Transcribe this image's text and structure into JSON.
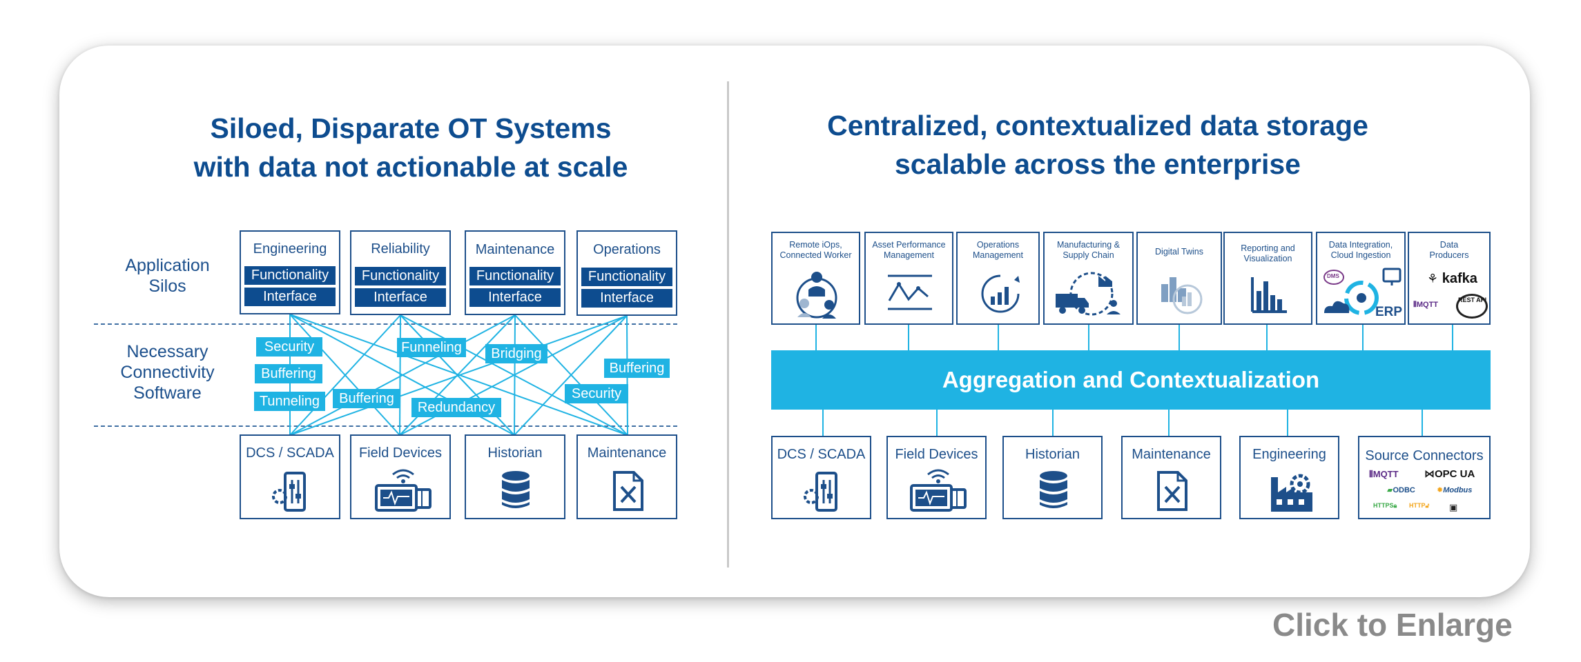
{
  "left": {
    "title_line1": "Siloed, Disparate OT Systems",
    "title_line2": "with data not actionable at scale",
    "label_app_line1": "Application",
    "label_app_line2": "Silos",
    "label_conn_line1": "Necessary",
    "label_conn_line2": "Connectivity",
    "label_conn_line3": "Software",
    "silos": [
      {
        "name": "Engineering",
        "functionality": "Functionality",
        "interface": "Interface"
      },
      {
        "name": "Reliability",
        "functionality": "Functionality",
        "interface": "Interface"
      },
      {
        "name": "Maintenance",
        "functionality": "Functionality",
        "interface": "Interface"
      },
      {
        "name": "Operations",
        "functionality": "Functionality",
        "interface": "Interface"
      }
    ],
    "tags": [
      "Security",
      "Buffering",
      "Tunneling",
      "Buffering",
      "Funneling",
      "Redundancy",
      "Bridging",
      "Security",
      "Buffering"
    ],
    "sources": [
      "DCS / SCADA",
      "Field Devices",
      "Historian",
      "Maintenance"
    ]
  },
  "right": {
    "title_line1": "Centralized, contextualized data storage",
    "title_line2": "scalable across the enterprise",
    "consumers": [
      {
        "line1": "Remote iOps,",
        "line2": "Connected Worker"
      },
      {
        "line1": "Asset Performance",
        "line2": "Management"
      },
      {
        "line1": "Operations",
        "line2": "Management"
      },
      {
        "line1": "Manufacturing &",
        "line2": "Supply Chain"
      },
      {
        "line1": "Digital Twins",
        "line2": ""
      },
      {
        "line1": "Reporting and",
        "line2": "Visualization"
      },
      {
        "line1": "Data Integration,",
        "line2": "Cloud Ingestion"
      },
      {
        "line1": "Data",
        "line2": "Producers"
      }
    ],
    "logos": {
      "dms": "DMS",
      "erp": "ERP",
      "kafka": "kafka",
      "mqtt": "MQTT",
      "rest_api": "REST API",
      "opc_ua": "OPC UA",
      "odbc": "ODBC",
      "modbus": "Modbus",
      "https": "HTTPS",
      "http": "HTTP"
    },
    "aggregation": "Aggregation and Contextualization",
    "sources": [
      "DCS / SCADA",
      "Field Devices",
      "Historian",
      "Maintenance",
      "Engineering",
      "Source Connectors"
    ]
  },
  "enlarge": "Click to Enlarge",
  "colors": {
    "navy": "#0d4c8f",
    "cyan": "#1fb3e3",
    "box_border": "#1d4f8a"
  }
}
